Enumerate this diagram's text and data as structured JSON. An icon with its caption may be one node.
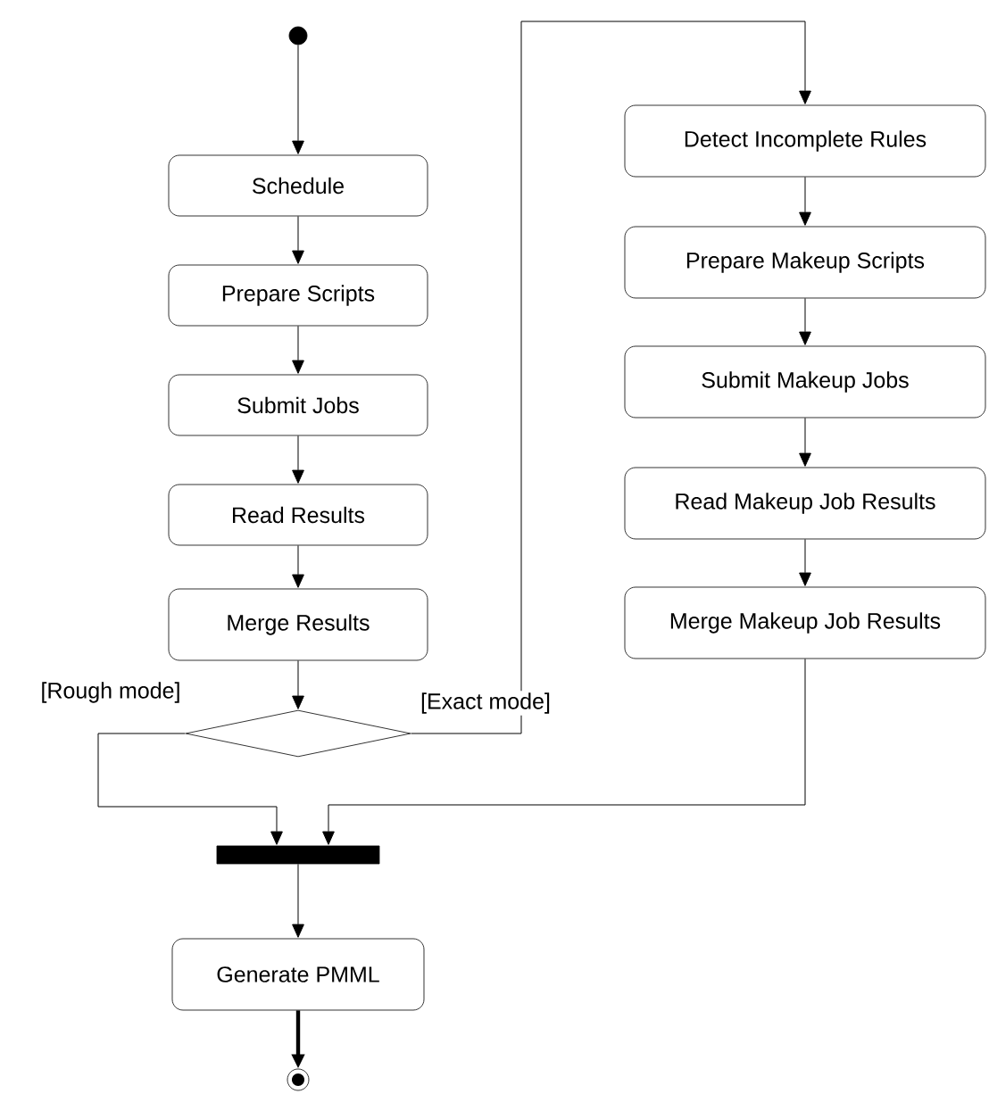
{
  "diagram": {
    "nodes": [
      {
        "text": [],
        "shape": "circle"
      },
      {
        "text": [
          "Schedule"
        ]
      },
      {
        "text": [
          "Prepare Scripts"
        ]
      },
      {
        "text": [
          "Submit Jobs"
        ]
      },
      {
        "text": [
          "Read Results"
        ]
      },
      {
        "text": [
          "Merge Results"
        ]
      },
      {
        "text": [],
        "shape": "diamond"
      },
      {
        "text": [
          "Detect Incomplete Rules"
        ]
      },
      {
        "text": [
          "Prepare Makeup Scripts"
        ]
      },
      {
        "text": [
          "Submit Makeup Jobs"
        ]
      },
      {
        "text": [
          "Read Makeup Job Results"
        ]
      },
      {
        "text": [
          "Merge Makeup Job Results"
        ]
      },
      {
        "text": [],
        "shape": "bar"
      },
      {
        "text": [
          "Generate PMML"
        ]
      },
      {
        "text": [],
        "shape": "circle"
      }
    ],
    "edges": [
      {
        "from": 0,
        "to": 1,
        "arrow": "to"
      },
      {
        "from": 1,
        "to": 2,
        "arrow": "to"
      },
      {
        "from": 2,
        "to": 3,
        "arrow": "to"
      },
      {
        "from": 3,
        "to": 4,
        "arrow": "to"
      },
      {
        "from": 4,
        "to": 5,
        "arrow": "to"
      },
      {
        "from": 5,
        "to": 6,
        "arrow": "to"
      },
      {
        "from": 6,
        "to": 12,
        "arrow": "to",
        "label": "[Rough mode]"
      },
      {
        "from": 6,
        "to": 7,
        "arrow": "to",
        "label": "[Exact mode]"
      },
      {
        "from": 7,
        "to": 8,
        "arrow": "to"
      },
      {
        "from": 8,
        "to": 9,
        "arrow": "to"
      },
      {
        "from": 9,
        "to": 10,
        "arrow": "to"
      },
      {
        "from": 10,
        "to": 11,
        "arrow": "to"
      },
      {
        "from": 11,
        "to": 12,
        "arrow": "to"
      },
      {
        "from": 12,
        "to": 13,
        "arrow": "to"
      },
      {
        "from": 13,
        "to": 14,
        "arrow": "to",
        "style": "thick"
      }
    ]
  }
}
